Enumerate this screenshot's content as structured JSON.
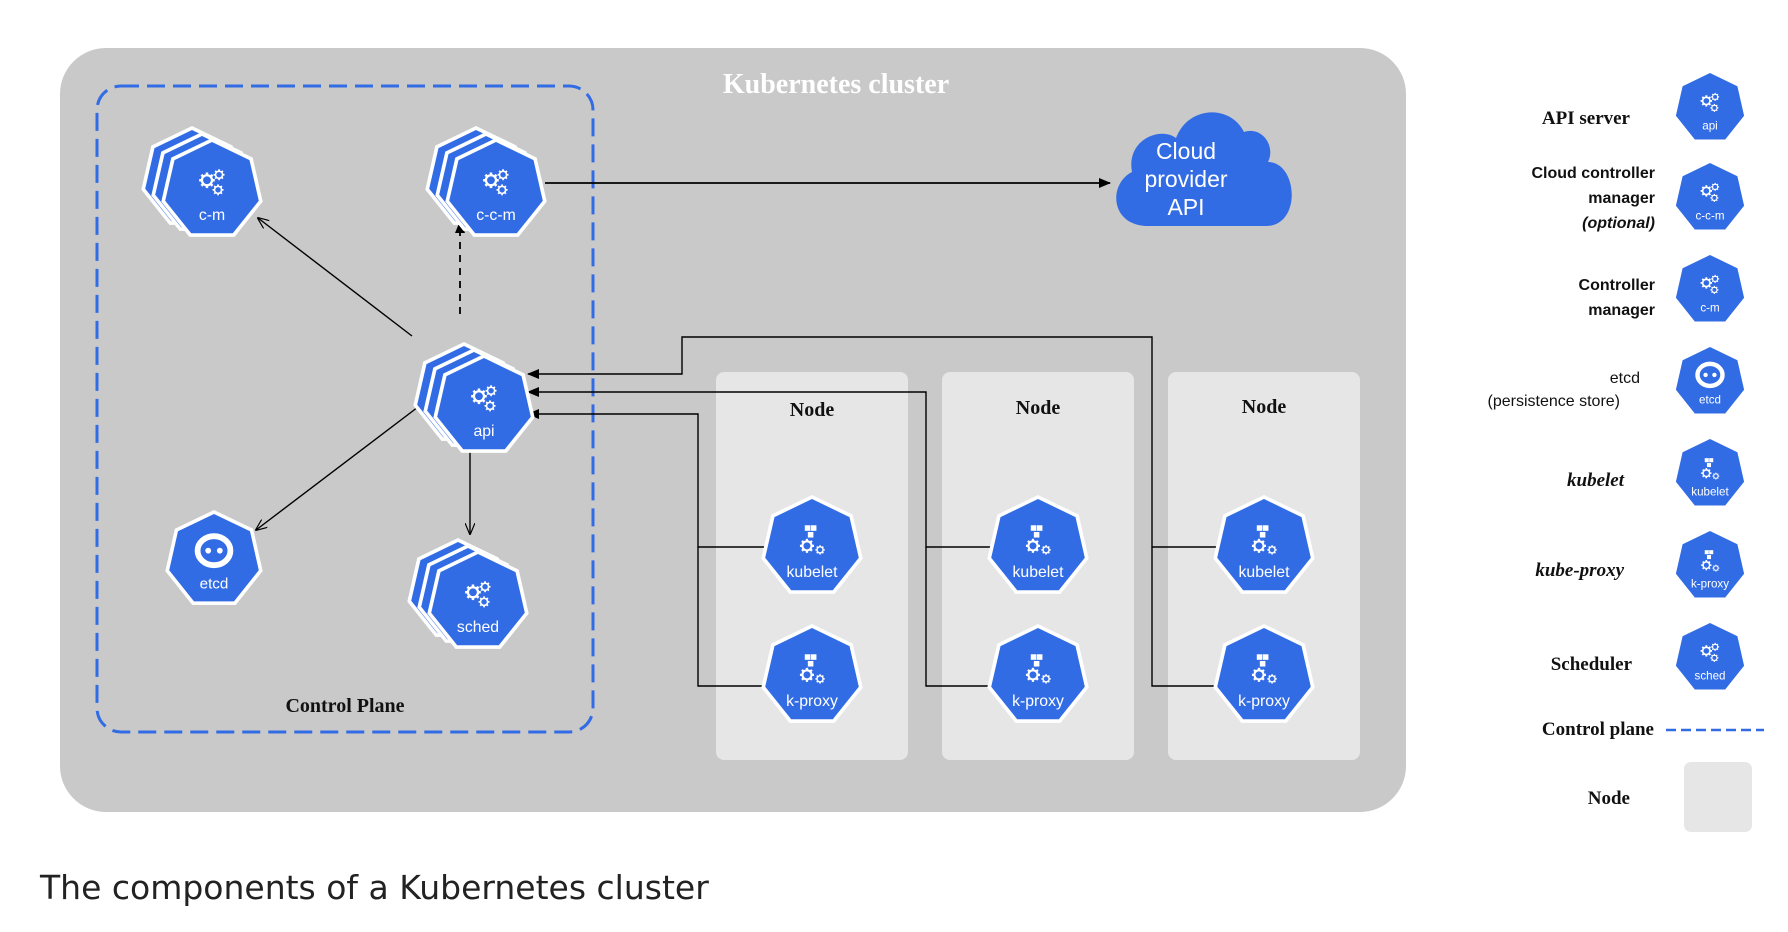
{
  "cluster": {
    "title": "Kubernetes cluster"
  },
  "control_plane": {
    "label": "Control Plane",
    "components": [
      {
        "id": "cm",
        "label": "c-m"
      },
      {
        "id": "ccm",
        "label": "c-c-m"
      },
      {
        "id": "api",
        "label": "api"
      },
      {
        "id": "etcd",
        "label": "etcd"
      },
      {
        "id": "sched",
        "label": "sched"
      }
    ]
  },
  "cloud": {
    "line1": "Cloud",
    "line2": "provider",
    "line3": "API"
  },
  "nodes": [
    {
      "label": "Node",
      "kubelet": "kubelet",
      "proxy": "k-proxy"
    },
    {
      "label": "Node",
      "kubelet": "kubelet",
      "proxy": "k-proxy"
    },
    {
      "label": "Node",
      "kubelet": "kubelet",
      "proxy": "k-proxy"
    }
  ],
  "legend": {
    "api": {
      "label": "API server",
      "icon_text": "api"
    },
    "ccm": {
      "line1": "Cloud controller",
      "line2": "manager",
      "line3": "(optional)",
      "icon_text": "c-c-m"
    },
    "cm": {
      "line1": "Controller",
      "line2": "manager",
      "icon_text": "c-m"
    },
    "etcd": {
      "line1": "etcd",
      "line2": "(persistence store)",
      "icon_text": "etcd"
    },
    "kubelet": {
      "label": "kubelet",
      "icon_text": "kubelet"
    },
    "proxy": {
      "label": "kube-proxy",
      "icon_text": "k-proxy"
    },
    "sched": {
      "label": "Scheduler",
      "icon_text": "sched"
    },
    "control_plane": {
      "label": "Control plane"
    },
    "node": {
      "label": "Node"
    }
  },
  "caption": "The components of a Kubernetes cluster",
  "colors": {
    "k8s_blue": "#326CE5",
    "cluster_bg": "#C9C9C9",
    "node_bg": "#E6E6E6",
    "dash": "#326CE5",
    "arrow": "#000000"
  }
}
